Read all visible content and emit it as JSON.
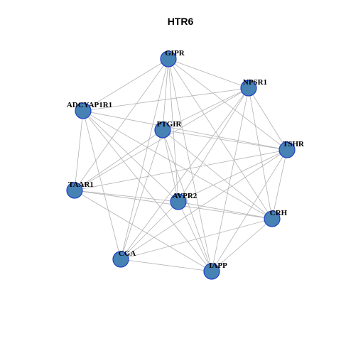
{
  "graph": {
    "title": "HTR6",
    "colors": {
      "node_fill": "#4682b4",
      "node_stroke": "#1f3fc8",
      "edge": "#b3b3b3"
    },
    "nodes": [
      {
        "id": "GIPR",
        "label": "GIPR"
      },
      {
        "id": "NPSR1",
        "label": "NPSR1"
      },
      {
        "id": "ADCYAP1R1",
        "label": "ADCYAP1R1"
      },
      {
        "id": "PTGIR",
        "label": "PTGIR"
      },
      {
        "id": "TSHR",
        "label": "TSHR"
      },
      {
        "id": "TAAR1",
        "label": "TAAR1"
      },
      {
        "id": "AVPR2",
        "label": "AVPR2"
      },
      {
        "id": "CRH",
        "label": "CRH"
      },
      {
        "id": "CGA",
        "label": "CGA"
      },
      {
        "id": "IAPP",
        "label": "IAPP"
      }
    ],
    "edges": [
      [
        "GIPR",
        "NPSR1"
      ],
      [
        "GIPR",
        "ADCYAP1R1"
      ],
      [
        "GIPR",
        "PTGIR"
      ],
      [
        "GIPR",
        "TSHR"
      ],
      [
        "GIPR",
        "TAAR1"
      ],
      [
        "GIPR",
        "AVPR2"
      ],
      [
        "GIPR",
        "CRH"
      ],
      [
        "GIPR",
        "CGA"
      ],
      [
        "GIPR",
        "IAPP"
      ],
      [
        "NPSR1",
        "ADCYAP1R1"
      ],
      [
        "NPSR1",
        "PTGIR"
      ],
      [
        "NPSR1",
        "TSHR"
      ],
      [
        "NPSR1",
        "TAAR1"
      ],
      [
        "NPSR1",
        "AVPR2"
      ],
      [
        "NPSR1",
        "CRH"
      ],
      [
        "NPSR1",
        "CGA"
      ],
      [
        "NPSR1",
        "IAPP"
      ],
      [
        "ADCYAP1R1",
        "TSHR"
      ],
      [
        "ADCYAP1R1",
        "TAAR1"
      ],
      [
        "ADCYAP1R1",
        "AVPR2"
      ],
      [
        "ADCYAP1R1",
        "CRH"
      ],
      [
        "ADCYAP1R1",
        "CGA"
      ],
      [
        "ADCYAP1R1",
        "IAPP"
      ],
      [
        "PTGIR",
        "TSHR"
      ],
      [
        "PTGIR",
        "TAAR1"
      ],
      [
        "PTGIR",
        "AVPR2"
      ],
      [
        "PTGIR",
        "CRH"
      ],
      [
        "PTGIR",
        "CGA"
      ],
      [
        "PTGIR",
        "IAPP"
      ],
      [
        "TSHR",
        "TAAR1"
      ],
      [
        "TSHR",
        "AVPR2"
      ],
      [
        "TSHR",
        "CRH"
      ],
      [
        "TSHR",
        "CGA"
      ],
      [
        "TSHR",
        "IAPP"
      ],
      [
        "TAAR1",
        "AVPR2"
      ],
      [
        "TAAR1",
        "CRH"
      ],
      [
        "TAAR1",
        "IAPP"
      ],
      [
        "AVPR2",
        "CRH"
      ],
      [
        "AVPR2",
        "CGA"
      ],
      [
        "AVPR2",
        "IAPP"
      ],
      [
        "CRH",
        "CGA"
      ],
      [
        "CRH",
        "IAPP"
      ],
      [
        "CGA",
        "IAPP"
      ]
    ]
  }
}
